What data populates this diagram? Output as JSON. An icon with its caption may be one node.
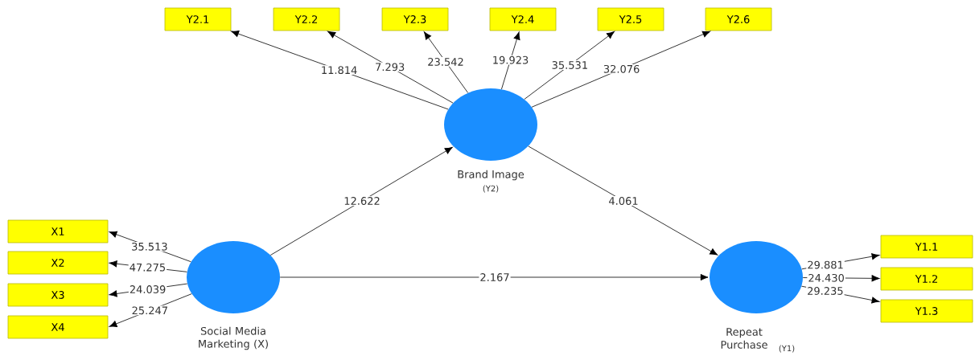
{
  "diagram": {
    "nodes": [
      {
        "text": [
          "Y2.1"
        ]
      },
      {
        "text": [
          "Y2.2"
        ]
      },
      {
        "text": [
          "Y2.3"
        ]
      },
      {
        "text": [
          "Y2.4"
        ]
      },
      {
        "text": [
          "Y2.5"
        ]
      },
      {
        "text": [
          "Y2.6"
        ]
      },
      {
        "text": [
          "Brand Image",
          "(Y2)"
        ]
      },
      {
        "text": [
          "X1"
        ]
      },
      {
        "text": [
          "X2"
        ]
      },
      {
        "text": [
          "X3"
        ]
      },
      {
        "text": [
          "X4"
        ]
      },
      {
        "text": [
          "Social Media Marketing (X)"
        ]
      },
      {
        "text": [
          "Repeat Purchase",
          "(Y1)"
        ]
      },
      {
        "text": [
          "Y1.1"
        ]
      },
      {
        "text": [
          "Y1.2"
        ]
      },
      {
        "text": [
          "Y1.3"
        ]
      }
    ],
    "edges": [
      {
        "from": 6,
        "to": 0,
        "arrow": "to",
        "label": "11.814"
      },
      {
        "from": 6,
        "to": 1,
        "arrow": "to",
        "label": "7.293"
      },
      {
        "from": 6,
        "to": 2,
        "arrow": "to",
        "label": "23.542"
      },
      {
        "from": 6,
        "to": 3,
        "arrow": "to",
        "label": "19.923"
      },
      {
        "from": 6,
        "to": 4,
        "arrow": "to",
        "label": "35.531"
      },
      {
        "from": 6,
        "to": 5,
        "arrow": "to",
        "label": "32.076"
      },
      {
        "from": 11,
        "to": 7,
        "arrow": "to",
        "label": "35.513"
      },
      {
        "from": 11,
        "to": 8,
        "arrow": "to",
        "label": "47.275"
      },
      {
        "from": 11,
        "to": 9,
        "arrow": "to",
        "label": "24.039"
      },
      {
        "from": 11,
        "to": 10,
        "arrow": "to",
        "label": "25.247"
      },
      {
        "from": 11,
        "to": 6,
        "arrow": "to",
        "label": "12.622"
      },
      {
        "from": 6,
        "to": 12,
        "arrow": "to",
        "label": "4.061"
      },
      {
        "from": 11,
        "to": 12,
        "arrow": "to",
        "label": "2.167"
      },
      {
        "from": 12,
        "to": 13,
        "arrow": "to",
        "label": "29.881"
      },
      {
        "from": 12,
        "to": 14,
        "arrow": "to",
        "label": "24.430"
      },
      {
        "from": 12,
        "to": 15,
        "arrow": "to",
        "label": "29.235"
      }
    ]
  }
}
